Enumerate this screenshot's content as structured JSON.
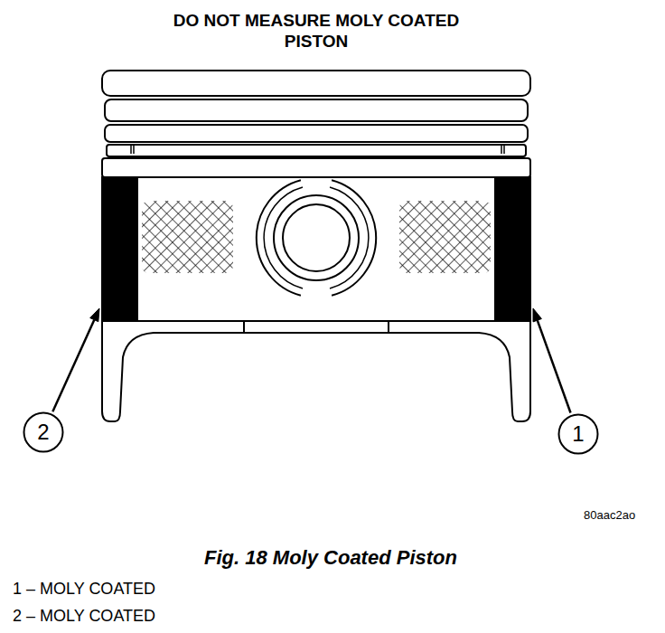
{
  "diagram": {
    "title": "DO NOT MEASURE MOLY COATED PISTON",
    "caption": "Fig. 18 Moly Coated Piston",
    "nodes": [
      {
        "text": [
          "2"
        ]
      },
      {
        "text": [
          "1"
        ]
      }
    ],
    "labels": [
      "80aac2ao",
      "1 – MOLY COATED",
      "2 – MOLY COATED"
    ]
  }
}
